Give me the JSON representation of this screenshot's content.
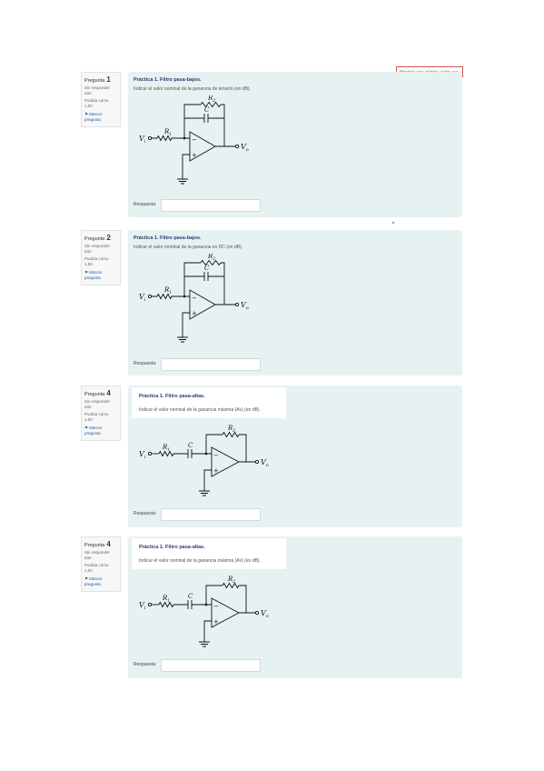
{
  "top_link": "Mostrar una página cada vez",
  "questions": [
    {
      "number": "1",
      "label": "Pregunta",
      "status": "Sin responder aún",
      "points": "Puntúa como 1,00",
      "flag": "Marcar pregunta",
      "heading": "Práctica 1. Filtro pasa-bajos.",
      "prompt": "Indicar el valor nominal de la ganancia de tensión (en dB).",
      "answer_label": "Respuesta:",
      "answer_value": "",
      "circuit": "lowpass"
    },
    {
      "number": "2",
      "label": "Pregunta",
      "status": "Sin responder aún",
      "points": "Puntúa como 1,00",
      "flag": "Marcar pregunta",
      "heading": "Práctica 1. Filtro pasa-bajos.",
      "prompt": "Indicar el valor nominal de la ganancia en DC (en dB).",
      "answer_label": "Respuesta:",
      "answer_value": "",
      "circuit": "lowpass"
    },
    {
      "number": "4",
      "label": "Pregunta",
      "status": "Sin responder aún",
      "points": "Puntúa como 1,00",
      "flag": "Marcar pregunta",
      "heading": "Práctica 1. Filtro pasa-altas.",
      "prompt": "Indicar el valor nominal de la ganancia máxima (Av) (en dB).",
      "answer_label": "Respuesta:",
      "answer_value": "",
      "circuit": "highpass"
    },
    {
      "number": "4",
      "label": "Pregunta",
      "status": "Sin responder aún",
      "points": "Puntúa como 1,00",
      "flag": "Marcar pregunta",
      "heading": "Práctica 1. Filtro pasa-altas.",
      "prompt": "Indicar el valor nominal de la ganancia máxima (Av) (en dB).",
      "answer_label": "Respuesta:",
      "answer_value": "",
      "circuit": "highpass"
    }
  ],
  "circuit_labels": {
    "r1": "R",
    "r1_sub": "1",
    "r2": "R",
    "r2_sub": "2",
    "c": "C",
    "vi": "V",
    "vi_sub": "i",
    "vo": "V",
    "vo_sub": "o",
    "minus": "−",
    "plus": "+"
  }
}
